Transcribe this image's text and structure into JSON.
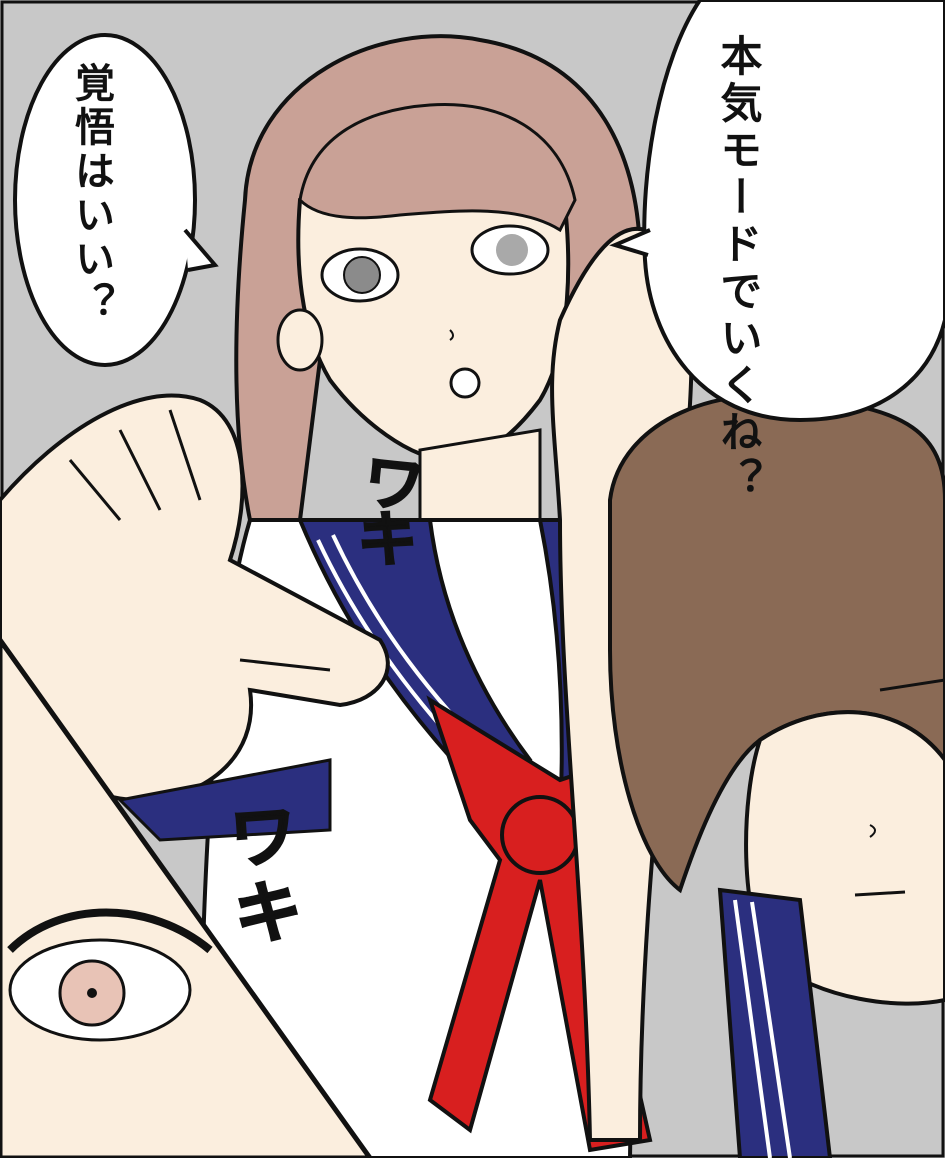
{
  "panel": {
    "speech_left": "覚悟はいい？",
    "speech_right": [
      "本気モードで",
      "いくね？"
    ],
    "sfx_top": "ワキ",
    "sfx_bottom": "ワキ"
  },
  "colors": {
    "background_gray": "#c8c8c8",
    "hair_pink_brown": "#c9a196",
    "hair_brown": "#8a6a55",
    "skin": "#fbeede",
    "uniform_navy": "#2b2f7f",
    "scarf_red": "#d81f1f",
    "shirt_white": "#ffffff",
    "outline": "#111111"
  }
}
